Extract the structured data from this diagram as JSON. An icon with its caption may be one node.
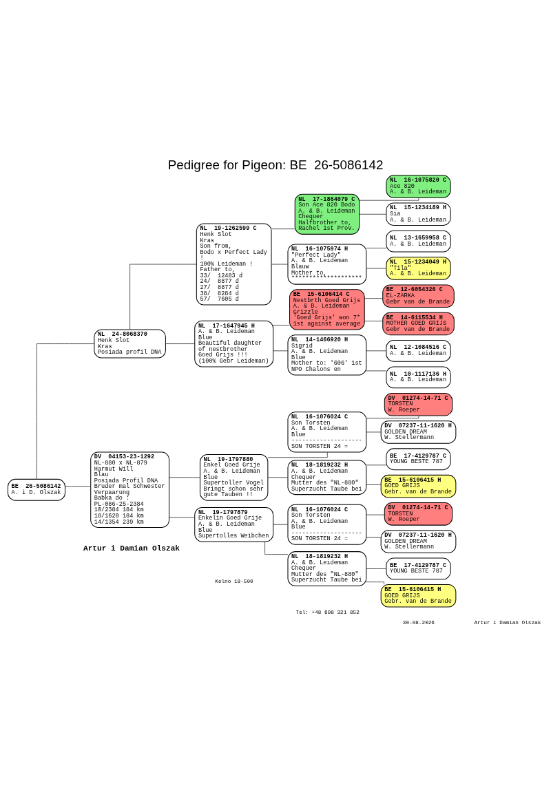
{
  "diagram": {
    "title": "Pedigree for Pigeon: BE  26-5086142",
    "nodes": [
      {
        "text": [
          "BE  26-5086142",
          "A. i D. Olszak"
        ]
      },
      {
        "text": [
          "NL  24-8068370",
          "Henk Slot",
          "Kras",
          "Posiada profil DNA"
        ]
      },
      {
        "text": [
          "DV  04153-23-1292",
          "NL-880 x NL-879",
          "Harmut Will",
          "Blau",
          "Posiada Profil DNA",
          "Bruder mal Schwester",
          "Verpaarung",
          "Babka do :",
          "PL-086-25-2384",
          "10/2384 184 km",
          "18/1620 184 km",
          "14/1354 239 km"
        ]
      },
      {
        "text": [
          "NL  19-1262599 C",
          "Henk Slot",
          "Kras",
          "Son from,",
          "Bodo x Perfect Lady",
          "!",
          "100% Leideman !",
          "Father to,",
          "33/  12483 d",
          "24/  8877 d",
          "27/  8877 d",
          "38/  8284 d",
          "57/  7605 d"
        ]
      },
      {
        "text": [
          "NL  17-1647945 H",
          "A. & B. Leideman",
          "Blue",
          "Beautiful daughter",
          "of nestbrother",
          "Goed Grijs !!!",
          "(100% Gebr Leideman)"
        ]
      },
      {
        "text": [
          "NL  19-1797880",
          "Enkel Goed Grije",
          "A. & B. Leideman",
          "Blue",
          "Supertoller Vogel",
          "Bringt schon sehr",
          "gute Tauben !!"
        ]
      },
      {
        "text": [
          "NL  19-1797879",
          "Enkelin Goed Grije",
          "A. & B. Leideman",
          "Blue",
          "Supertolles Weibchen"
        ]
      },
      {
        "text": [
          "NL  17-1864079 C",
          "Son Ace 820 Bodo",
          "A. & B. Leideman",
          "Chequer",
          "Halfbrother to,",
          "Rachel 1st Prov."
        ]
      },
      {
        "text": [
          "NL  16-1075974 H",
          "\"Perfect Lady\"",
          "A. & B. Leideman",
          "Blauw",
          "Mother to,",
          "********************"
        ]
      },
      {
        "text": [
          "BE  15-6106414 C",
          "Nestbrth Goed Grijs",
          "A. & B. Leideman",
          "Grizzle",
          "'Goed Grijs' won 7*",
          "1st against average"
        ]
      },
      {
        "text": [
          "NL  14-1466920 H",
          "Sigrid",
          "A. & B. Leideman",
          "Blue",
          "Mother to: '606' 1st",
          "NPO Chalons en"
        ]
      },
      {
        "text": [
          "NL  16-1076024 C",
          "Son Torsten",
          "A. & B. Leideman",
          "Blue",
          "--------------------",
          "SON TORSTEN 24 ="
        ]
      },
      {
        "text": [
          "NL  18-1819232 H",
          "A. & B. Leideman",
          "Chequer",
          "Mutter des \"NL-880\"",
          "Superzucht Taube bei"
        ]
      },
      {
        "text": [
          "NL  16-1076024 C",
          "Son Torsten",
          "A. & B. Leideman",
          "Blue",
          "--------------------",
          "SON TORSTEN 24 ="
        ]
      },
      {
        "text": [
          "NL  18-1819232 H",
          "A. & B. Leideman",
          "Chequer",
          "Mutter des \"NL-880\"",
          "Superzucht Taube bei"
        ]
      },
      {
        "text": [
          "NL  16-1075820 C",
          "Ace 820",
          "A. & B. Leideman"
        ]
      },
      {
        "text": [
          "NL  15-1234189 H",
          "Sia",
          "A. & B. Leideman"
        ]
      },
      {
        "text": [
          "NL  13-1659958 C",
          "A. & B. Leideman"
        ]
      },
      {
        "text": [
          "NL  15-1234049 H",
          "\"Tila\"",
          "A. & B. Leideman"
        ]
      },
      {
        "text": [
          "BE  12-6054326 C",
          "EL-ZARKA",
          "Gebr van de Brande"
        ]
      },
      {
        "text": [
          "BE  14-6115534 H",
          "MOTHER GOED GRIJS",
          "Gebr van de Brande"
        ]
      },
      {
        "text": [
          "NL  12-1084516 C",
          "A. & B. Leideman"
        ]
      },
      {
        "text": [
          "NL  10-1117136 H",
          "A. & B. Leideman"
        ]
      },
      {
        "text": [
          "DV  01274-14-71 C",
          "TORSTEN",
          "W. Roeper"
        ]
      },
      {
        "text": [
          "DV  07237-11-1620 H",
          "GOLDEN DREAM",
          "W. Stellermann"
        ]
      },
      {
        "text": [
          "BE  17-4129787 C",
          "YOUNG BESTE 787"
        ]
      },
      {
        "text": [
          "BE  15-6106415 H",
          "GOED GRIJS",
          "Gebr. van de Brande"
        ]
      },
      {
        "text": [
          "DV  01274-14-71 C",
          "TORSTEN",
          "W. Roeper"
        ]
      },
      {
        "text": [
          "DV  07237-11-1620 H",
          "GOLDEN DREAM",
          "W. Stellermann"
        ]
      },
      {
        "text": [
          "BE  17-4129787 C",
          "YOUNG BESTE 787"
        ]
      },
      {
        "text": [
          "BE  15-6106415 H",
          "GOED GRIJS",
          "Gebr. van de Brande"
        ]
      }
    ],
    "edges": [
      {
        "from": 0,
        "to": 1,
        "arrow": "none"
      },
      {
        "from": 0,
        "to": 2,
        "arrow": "none"
      },
      {
        "from": 1,
        "to": 3,
        "arrow": "none"
      },
      {
        "from": 1,
        "to": 4,
        "arrow": "none"
      },
      {
        "from": 2,
        "to": 5,
        "arrow": "none"
      },
      {
        "from": 2,
        "to": 6,
        "arrow": "none"
      },
      {
        "from": 3,
        "to": 7,
        "arrow": "none"
      },
      {
        "from": 3,
        "to": 8,
        "arrow": "none"
      },
      {
        "from": 4,
        "to": 9,
        "arrow": "none"
      },
      {
        "from": 4,
        "to": 10,
        "arrow": "none"
      },
      {
        "from": 5,
        "to": 11,
        "arrow": "none"
      },
      {
        "from": 5,
        "to": 12,
        "arrow": "none"
      },
      {
        "from": 6,
        "to": 13,
        "arrow": "none"
      },
      {
        "from": 6,
        "to": 14,
        "arrow": "none"
      },
      {
        "from": 7,
        "to": 15,
        "arrow": "none"
      },
      {
        "from": 7,
        "to": 16,
        "arrow": "none"
      },
      {
        "from": 8,
        "to": 17,
        "arrow": "none"
      },
      {
        "from": 8,
        "to": 18,
        "arrow": "none"
      },
      {
        "from": 9,
        "to": 19,
        "arrow": "none"
      },
      {
        "from": 9,
        "to": 20,
        "arrow": "none"
      },
      {
        "from": 10,
        "to": 21,
        "arrow": "none"
      },
      {
        "from": 10,
        "to": 22,
        "arrow": "none"
      },
      {
        "from": 11,
        "to": 23,
        "arrow": "none"
      },
      {
        "from": 11,
        "to": 24,
        "arrow": "none"
      },
      {
        "from": 12,
        "to": 25,
        "arrow": "none"
      },
      {
        "from": 12,
        "to": 26,
        "arrow": "none"
      },
      {
        "from": 13,
        "to": 27,
        "arrow": "none"
      },
      {
        "from": 13,
        "to": 28,
        "arrow": "none"
      },
      {
        "from": 14,
        "to": 29,
        "arrow": "none"
      },
      {
        "from": 14,
        "to": 30,
        "arrow": "none"
      }
    ],
    "labels": [
      "Artur i Damian Olszak",
      "Kolno 18-500",
      "Tel: +48 698 321 852",
      "30-08-2026",
      "Artur i Damian Olszak"
    ]
  }
}
